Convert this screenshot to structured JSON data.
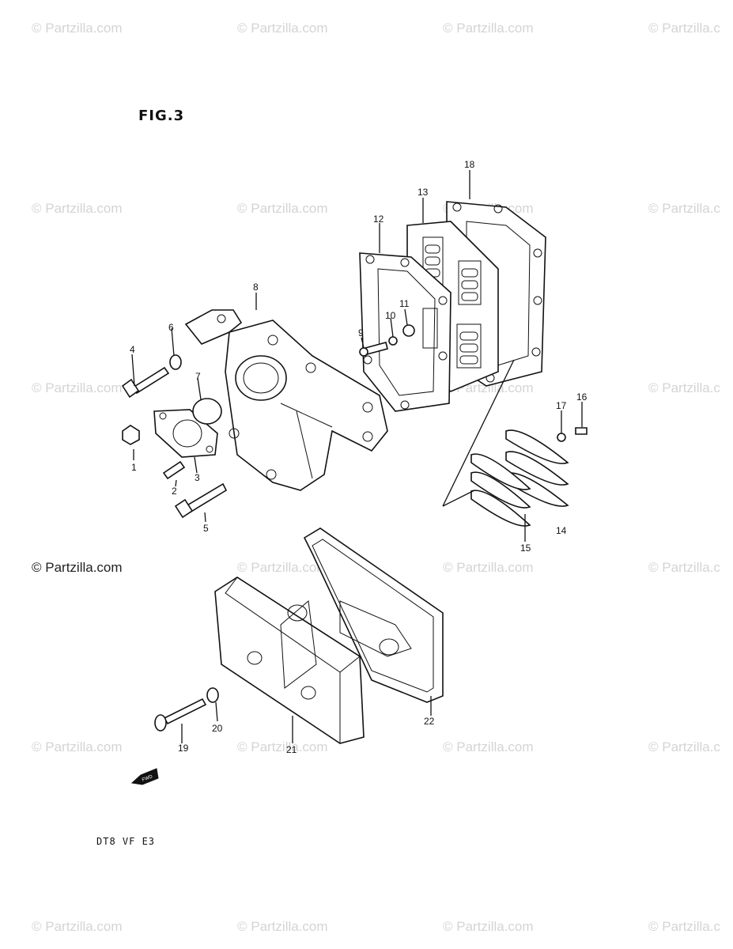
{
  "figure": {
    "title": "FIG.3",
    "model_code": "DT8 VF E3"
  },
  "watermark": {
    "text": "© Partzilla.com",
    "text_truncated": "© Partzilla.c",
    "strong_text": "© Partzilla.com"
  },
  "callouts": [
    "1",
    "2",
    "3",
    "4",
    "5",
    "6",
    "7",
    "8",
    "9",
    "10",
    "11",
    "12",
    "13",
    "14",
    "15",
    "16",
    "17",
    "18",
    "19",
    "20",
    "21",
    "22"
  ],
  "direction_marker": {
    "label": "FWD",
    "icon": "forward-arrow-icon"
  }
}
